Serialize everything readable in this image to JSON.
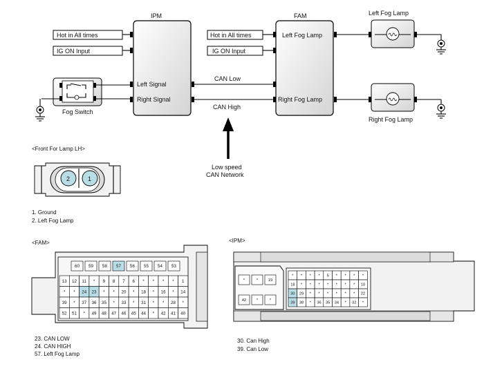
{
  "schematic": {
    "ipm_title": "IPM",
    "fam_title": "FAM",
    "left_fog_lamp_title": "Left Fog Lamp",
    "right_fog_lamp_title": "Right Fog Lamp",
    "ipm_input_hot": "Hot in All times",
    "ipm_input_ig": "IG ON Input",
    "fam_input_hot": "Hot in All times",
    "fam_input_ig": "IG ON Input",
    "ipm_left_signal": "Left Signal",
    "ipm_right_signal": "Right Signal",
    "fam_left_fog_lamp": "Left Fog Lamp",
    "fam_right_fog_lamp": "Right Fog Lamp",
    "can_low": "CAN Low",
    "can_high": "CAN High",
    "fog_switch": "Fog Switch",
    "network_line1": "Low speed",
    "network_line2": "CAN Network"
  },
  "front_lamp_connector": {
    "title": "<Front For Lamp LH>",
    "pin_left": "2",
    "pin_right": "1",
    "legend": [
      "1. Ground",
      "2. Left Fog Lamp"
    ]
  },
  "fam_connector": {
    "title": "<FAM>",
    "top_row": [
      "60",
      "59",
      "58",
      "57",
      "56",
      "55",
      "54",
      "53"
    ],
    "row1": [
      "13",
      "12",
      "11",
      "*",
      "9",
      "8",
      "7",
      "6",
      "*",
      "*",
      "*",
      "*",
      "1"
    ],
    "row2": [
      "*",
      "*",
      "24",
      "23",
      "*",
      "*",
      "20",
      "*",
      "18",
      "*",
      "16",
      "*",
      "14"
    ],
    "row3": [
      "39",
      "*",
      "37",
      "36",
      "35",
      "*",
      "33",
      "*",
      "31",
      "*",
      "*",
      "28",
      "*"
    ],
    "row4": [
      "52",
      "51",
      "*",
      "49",
      "48",
      "47",
      "46",
      "45",
      "44",
      "*",
      "42",
      "41",
      "40"
    ],
    "highlighted": [
      "57",
      "24",
      "23"
    ],
    "legend": [
      "23. CAN LOW",
      "24. CAN HIGH",
      "57. Left Fog Lamp"
    ]
  },
  "ipm_connector": {
    "title": "<IPM>",
    "small_row1": [
      "*",
      "*",
      "19"
    ],
    "small_row2": [
      "42",
      "*",
      "*"
    ],
    "row1": [
      "*",
      "*",
      "*",
      "*",
      "5",
      "*",
      "*",
      "*",
      "*"
    ],
    "row2": [
      "18",
      "*",
      "*",
      "*",
      "*",
      "*",
      "*",
      "*",
      "10"
    ],
    "row3": [
      "30",
      "29",
      "*",
      "*",
      "*",
      "*",
      "*",
      "*",
      "22"
    ],
    "row4": [
      "39",
      "38",
      "*",
      "36",
      "35",
      "34",
      "*",
      "32",
      "*"
    ],
    "highlighted": [
      "30",
      "39"
    ],
    "legend": [
      "30. Can High",
      "39. Can Low"
    ]
  },
  "colors": {
    "highlight": "#b9dde6",
    "module_fill_top": "#ffffff",
    "module_fill_bottom": "#d9d9d9"
  }
}
